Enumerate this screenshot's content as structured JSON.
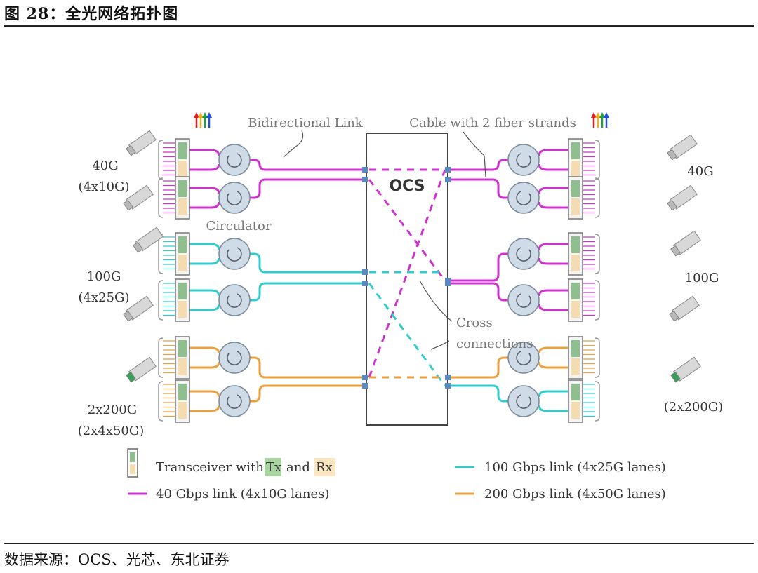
{
  "figure_title": "图 28：全光网络拓扑图",
  "source": "数据来源：OCS、光芯、东北证券",
  "diagram": {
    "ocs_label": "OCS",
    "annotations": {
      "bidirectional_link": "Bidirectional Link",
      "cable": "Cable with 2 fiber strands",
      "circulator": "Circulator",
      "cross_line1": "Cross",
      "cross_line2": "connections"
    },
    "left_groups": [
      {
        "speed": "40G",
        "detail": "(4x10G)"
      },
      {
        "speed": "100G",
        "detail": "(4x25G)"
      },
      {
        "speed": "2x200G",
        "detail": "(2x4x50G)"
      }
    ],
    "right_groups": [
      {
        "speed": "40G"
      },
      {
        "speed": "100G"
      },
      {
        "speed": "(2x200G)"
      }
    ],
    "legend": {
      "transceiver_prefix": "Transceiver with",
      "tx": "Tx",
      "and": "and",
      "rx": "Rx",
      "link_40": "40 Gbps link (4x10G lanes)",
      "link_100": "100 Gbps link (4x25G lanes)",
      "link_200": "200 Gbps link (4x50G lanes)"
    },
    "colors": {
      "link_40": "#cc33cc",
      "link_100": "#33cccc",
      "link_200": "#e8a040",
      "tx": "#8fbf8f",
      "rx": "#f5dcb0",
      "circulator": "#cfdce8"
    }
  }
}
